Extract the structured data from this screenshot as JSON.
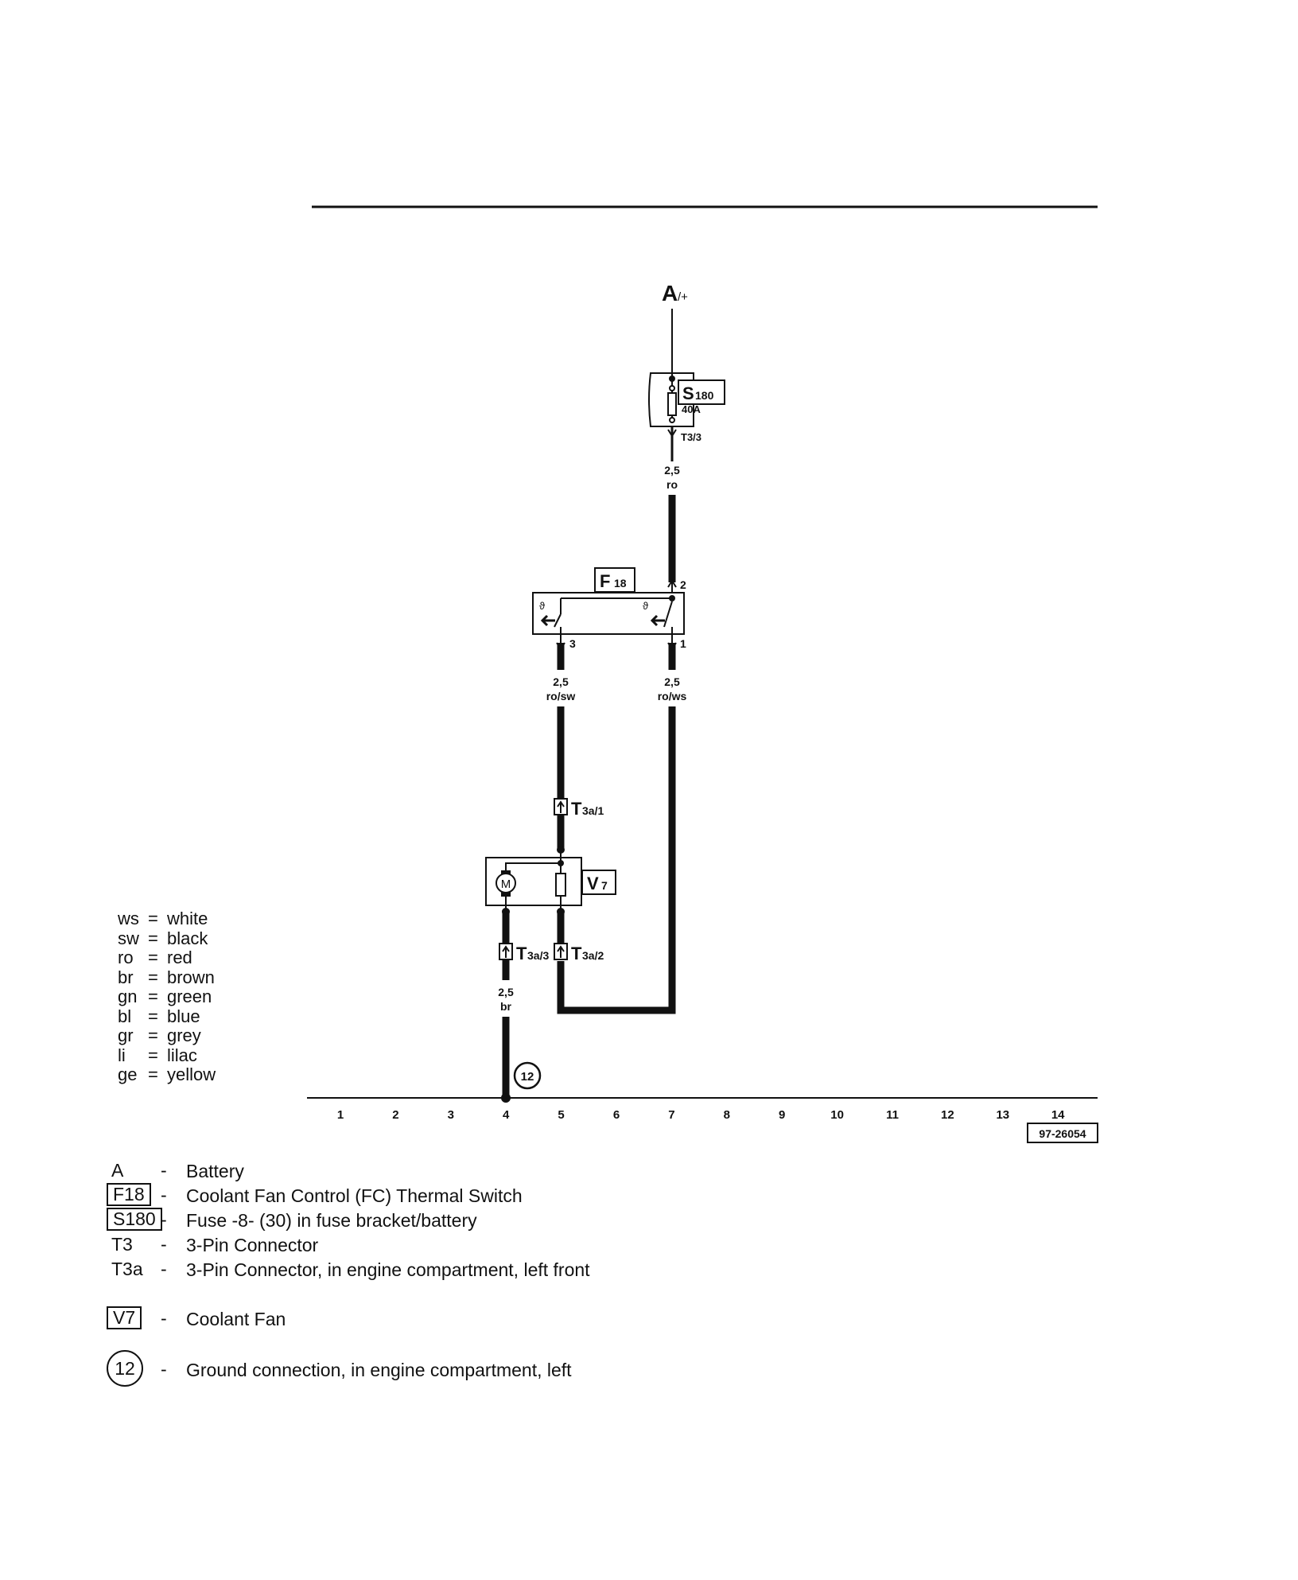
{
  "battery_label": "A",
  "battery_sub": "/+",
  "fuse": {
    "id": "S",
    "id_sub": "180",
    "rating": "40A",
    "connector": "T3/3"
  },
  "wires": {
    "w1": {
      "size": "2,5",
      "color": "ro"
    },
    "w2": {
      "size": "2,5",
      "color": "ro/sw"
    },
    "w3": {
      "size": "2,5",
      "color": "ro/ws"
    },
    "w4": {
      "size": "2,5",
      "color": "br"
    }
  },
  "switch": {
    "id": "F",
    "id_sub": "18",
    "pin_top": "2",
    "pin_left": "3",
    "pin_right": "1"
  },
  "fan": {
    "id": "V",
    "id_sub": "7",
    "motor_symbol": "M"
  },
  "connectors": {
    "c1": {
      "main": "T",
      "sub": "3a/1"
    },
    "c2": {
      "main": "T",
      "sub": "3a/3"
    },
    "c3": {
      "main": "T",
      "sub": "3a/2"
    }
  },
  "ground": {
    "number": "12"
  },
  "track_numbers": [
    "1",
    "2",
    "3",
    "4",
    "5",
    "6",
    "7",
    "8",
    "9",
    "10",
    "11",
    "12",
    "13",
    "14"
  ],
  "diagram_code": "97-26054",
  "color_legend": [
    {
      "code": "ws",
      "name": "white"
    },
    {
      "code": "sw",
      "name": "black"
    },
    {
      "code": "ro",
      "name": "red"
    },
    {
      "code": "br",
      "name": "brown"
    },
    {
      "code": "gn",
      "name": "green"
    },
    {
      "code": "bl",
      "name": "blue"
    },
    {
      "code": "gr",
      "name": "grey"
    },
    {
      "code": "li",
      "name": "lilac"
    },
    {
      "code": "ge",
      "name": "yellow"
    }
  ],
  "component_legend": [
    {
      "symbol": "A",
      "style": "plain",
      "description": "Battery"
    },
    {
      "symbol": "F18",
      "style": "boxed",
      "description": "Coolant Fan Control (FC) Thermal Switch"
    },
    {
      "symbol": "S180",
      "style": "boxed",
      "description": "Fuse -8- (30) in fuse bracket/battery"
    },
    {
      "symbol": "T3",
      "style": "plain",
      "description": "3-Pin Connector"
    },
    {
      "symbol": "T3a",
      "style": "plain",
      "description": "3-Pin Connector, in engine compartment, left front"
    },
    {
      "symbol": "V7",
      "style": "boxed",
      "description": "Coolant Fan"
    },
    {
      "symbol": "12",
      "style": "circle",
      "description": "Ground connection, in engine compartment, left"
    }
  ],
  "legend_separator": "-"
}
